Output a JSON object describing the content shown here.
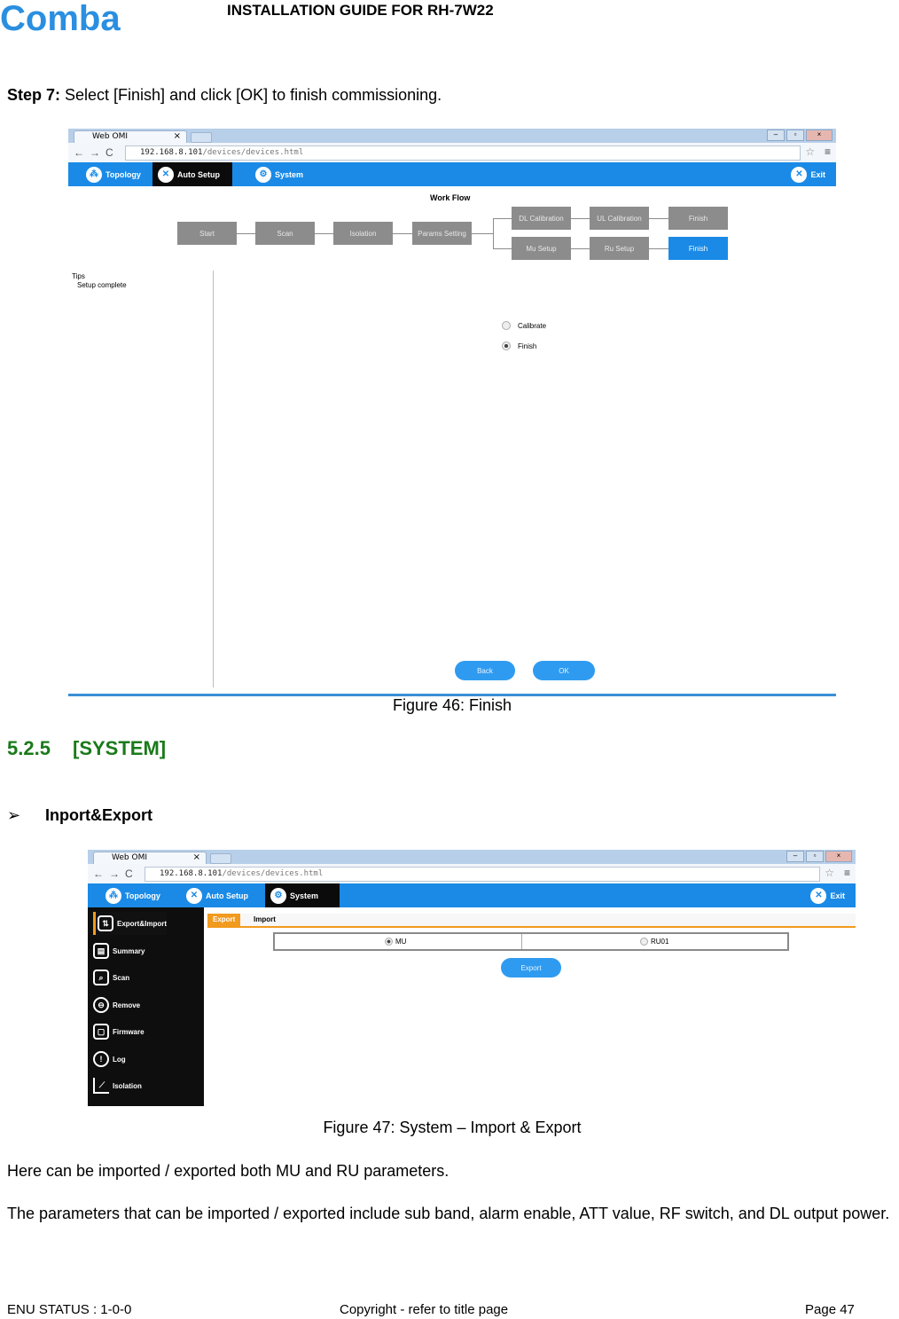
{
  "header": {
    "logo_text": "Comba",
    "doc_title": "INSTALLATION GUIDE FOR RH-7W22"
  },
  "step7": {
    "label": "Step 7:",
    "text": " Select [Finish] and click [OK] to finish commissioning."
  },
  "browser": {
    "tab_title": "Web OMI",
    "tab_close": "×",
    "url_host": "192.168.8.101",
    "url_path": "/devices/devices.html"
  },
  "nav": {
    "topology": "Topology",
    "auto_setup": "Auto Setup",
    "system": "System",
    "exit": "Exit"
  },
  "fig46": {
    "workflow_title": "Work Flow",
    "steps": [
      "Start",
      "Scan",
      "Isolation",
      "Params Setting"
    ],
    "upper_branch": [
      "DL Calibration",
      "UL Calibration",
      "Finish"
    ],
    "lower_branch": [
      "Mu Setup",
      "Ru Setup",
      "Finish"
    ],
    "tips_label": "Tips",
    "tips_text": "Setup complete",
    "options": [
      "Calibrate",
      "Finish"
    ],
    "selected_option": "Finish",
    "back_button": "Back",
    "ok_button": "OK",
    "caption": "Figure 46: Finish"
  },
  "section": {
    "number": "5.2.5",
    "title": "[SYSTEM]"
  },
  "bullet": {
    "marker": "➢",
    "text": "Inport&Export"
  },
  "fig47": {
    "sidebar": [
      "Export&Import",
      "Summary",
      "Scan",
      "Remove",
      "Firmware",
      "Log",
      "Isolation"
    ],
    "subtabs": [
      "Export",
      "Import"
    ],
    "device_options": [
      "MU",
      "RU01"
    ],
    "selected_device": "MU",
    "export_button": "Export",
    "caption": "Figure 47: System – Import & Export"
  },
  "body": {
    "p1": "Here can be imported / exported both MU and RU parameters.",
    "p2": "The parameters that can be imported / exported include sub band, alarm enable, ATT value, RF switch, and DL output power."
  },
  "footer": {
    "status": "ENU STATUS : 1-0-0",
    "copyright": "Copyright - refer to title page",
    "page": "Page 47"
  },
  "colors": {
    "brand_blue": "#1a8ae6",
    "heading_green": "#1a7a1a",
    "accent_orange": "#f29a1d"
  }
}
